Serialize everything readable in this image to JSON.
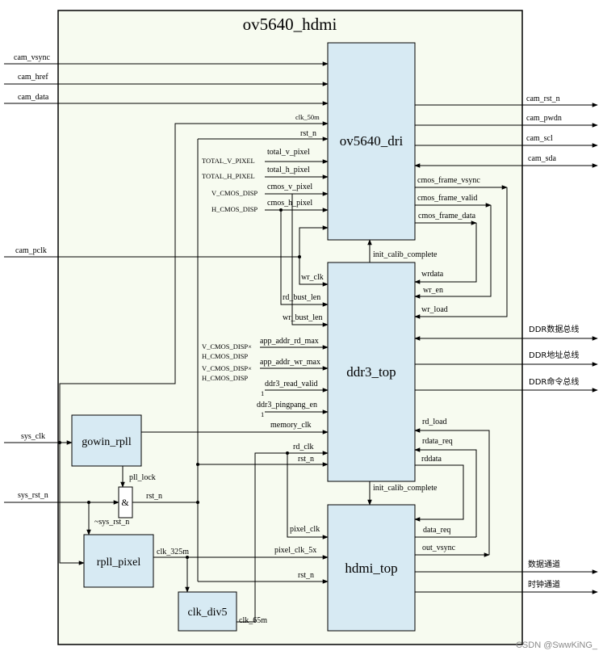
{
  "title": "ov5640_hdmi",
  "watermark": "CSDN @SwwKiNG_",
  "colors": {
    "outer_fill": "#f7fbf0",
    "block_fill": "#d7eaf3",
    "stroke": "#000000"
  },
  "blocks": {
    "dri": "ov5640_dri",
    "ddr": "ddr3_top",
    "hdmi": "hdmi_top",
    "rpll": "gowin_rpll",
    "pix": "rpll_pixel",
    "div": "clk_div5",
    "and": "&"
  },
  "inputs": {
    "cam_vsync": "cam_vsync",
    "cam_href": "cam_href",
    "cam_data": "cam_data",
    "cam_pclk": "cam_pclk",
    "sys_clk": "sys_clk",
    "sys_rst_n": "sys_rst_n"
  },
  "outputs": {
    "cam_rst_n": "cam_rst_n",
    "cam_pwdn": "cam_pwdn",
    "cam_scl": "cam_scl",
    "cam_sda": "cam_sda",
    "ddr_data": "DDR数据总线",
    "ddr_addr": "DDR地址总线",
    "ddr_cmd": "DDR命令总线",
    "data_ch": "数据通道",
    "clk_ch": "时钟通道"
  },
  "dri_ports": {
    "clk_50m": "clk_50m",
    "rst_n": "rst_n",
    "total_v_pixel": "total_v_pixel",
    "total_h_pixel": "total_h_pixel",
    "cmos_v_pixel": "cmos_v_pixel",
    "cmos_h_pixel": "cmos_h_pixel",
    "cmos_frame_vsync": "cmos_frame_vsync",
    "cmos_frame_valid": "cmos_frame_valid",
    "cmos_frame_data": "cmos_frame_data",
    "init_calib_complete": "init_calib_complete"
  },
  "consts": {
    "TOTAL_V_PIXEL": "TOTAL_V_PIXEL",
    "TOTAL_H_PIXEL": "TOTAL_H_PIXEL",
    "V_CMOS_DISP": "V_CMOS_DISP",
    "H_CMOS_DISP": "H_CMOS_DISP",
    "V_CMOS_DISP_x1": "V_CMOS_DISP×",
    "H_CMOS_DISP_2": "H_CMOS_DISP",
    "V_CMOS_DISP_x2": "V_CMOS_DISP×",
    "H_CMOS_DISP_3": "H_CMOS_DISP",
    "one_a": "1",
    "one_b": "1"
  },
  "ddr_ports": {
    "wr_clk": "wr_clk",
    "rd_bust_len": "rd_bust_len",
    "wr_bust_len": "wr_bust_len",
    "app_addr_rd_max": "app_addr_rd_max",
    "app_addr_wr_max": "app_addr_wr_max",
    "ddr3_read_valid": "ddr3_read_valid",
    "ddr3_pingpang_en": "ddr3_pingpang_en",
    "memory_clk": "memory_clk",
    "rd_clk": "rd_clk",
    "rst_n": "rst_n",
    "wrdata": "wrdata",
    "wr_en": "wr_en",
    "wr_load": "wr_load",
    "rd_load": "rd_load",
    "rdata_req": "rdata_req",
    "rddata": "rddata",
    "init_calib_complete": "init_calib_complete"
  },
  "hdmi_ports": {
    "pixel_clk": "pixel_clk",
    "pixel_clk_5x": "pixel_clk_5x",
    "rst_n": "rst_n",
    "data_req": "data_req",
    "out_vsync": "out_vsync"
  },
  "misc": {
    "pll_lock": "pll_lock",
    "rst_n": "rst_n",
    "not_sys_rst_n": "~sys_rst_n",
    "clk_325m": "clk_325m",
    "clk_65m": "clk_65m"
  }
}
